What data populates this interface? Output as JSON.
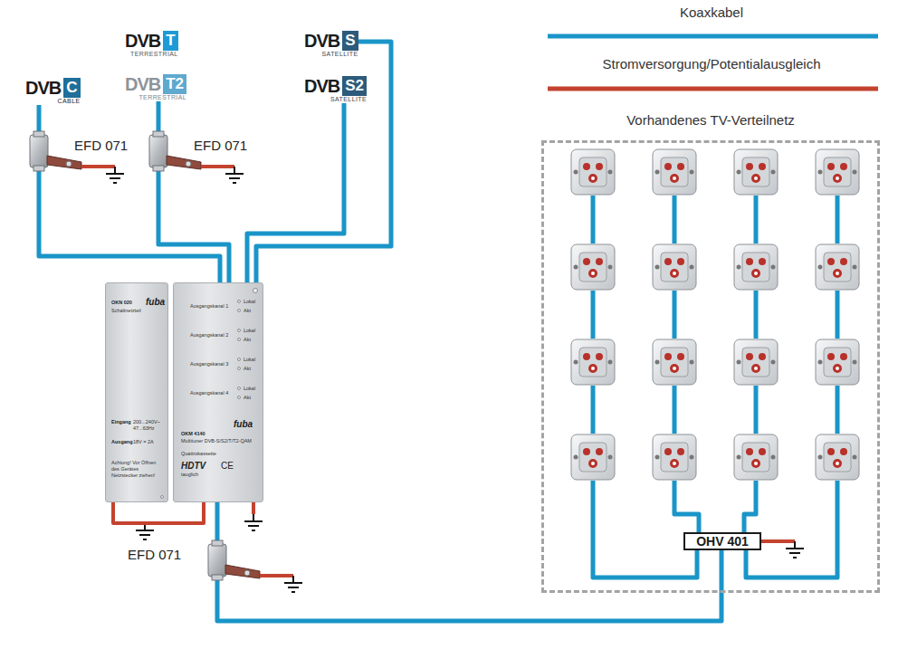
{
  "diagram": {
    "nodes": [
      {
        "text": [
          "DVB",
          "C",
          "CABLE"
        ]
      },
      {
        "text": [
          "DVB",
          "T",
          "TERRESTRIAL"
        ]
      },
      {
        "text": [
          "DVB",
          "T2",
          "TERRESTRIAL"
        ]
      },
      {
        "text": [
          "DVB",
          "S",
          "SATELLITE"
        ]
      },
      {
        "text": [
          "DVB",
          "S2",
          "SATELLITE"
        ]
      },
      {
        "text": [
          "EFD 071"
        ]
      },
      {
        "text": [
          "EFD 071"
        ]
      },
      {
        "text": [
          "OKN 020",
          "fuba",
          "Schaltnetzteil",
          "Eingang",
          "200...240V~ 47...63Hz",
          "Ausgang",
          "18V = 2A",
          "Achtung! Vor Öffnen des Gerätes Netzstecker ziehen!"
        ]
      },
      {
        "text": [
          "Ausgangskanal 1",
          "Lokal",
          "Akt",
          "Ausgangskanal 2",
          "Lokal",
          "Akt",
          "Ausgangskanal 3",
          "Lokal",
          "Akt",
          "Ausgangskanal 4",
          "Lokal",
          "Akt",
          "fuba",
          "OKM 4140",
          "Multituner DVB-S/S2/T/T2-QAM",
          "Quattrokassette",
          "HDTV",
          "tauglich",
          "CE"
        ]
      },
      {
        "text": [
          "EFD 071"
        ]
      },
      {
        "text": [
          "Vorhandenes TV-Verteilnetz"
        ]
      },
      {
        "text": [
          "OHV 401"
        ],
        "in": 10
      }
    ],
    "edges": [
      {
        "from": 0,
        "to": 5,
        "arrow": "none"
      },
      {
        "from": 2,
        "to": 6,
        "arrow": "none"
      },
      {
        "from": 5,
        "to": 8,
        "arrow": "none"
      },
      {
        "from": 6,
        "to": 8,
        "arrow": "none"
      },
      {
        "from": 3,
        "to": 8,
        "arrow": "none"
      },
      {
        "from": 4,
        "to": 8,
        "arrow": "none"
      },
      {
        "from": 7,
        "to": 8,
        "arrow": "none"
      },
      {
        "from": 8,
        "to": 9,
        "arrow": "none"
      },
      {
        "from": 9,
        "to": 11,
        "arrow": "none"
      }
    ],
    "legend": [
      {
        "text": "Koaxkabel"
      },
      {
        "text": "Stromversorgung/Potentialausgleich"
      }
    ]
  }
}
